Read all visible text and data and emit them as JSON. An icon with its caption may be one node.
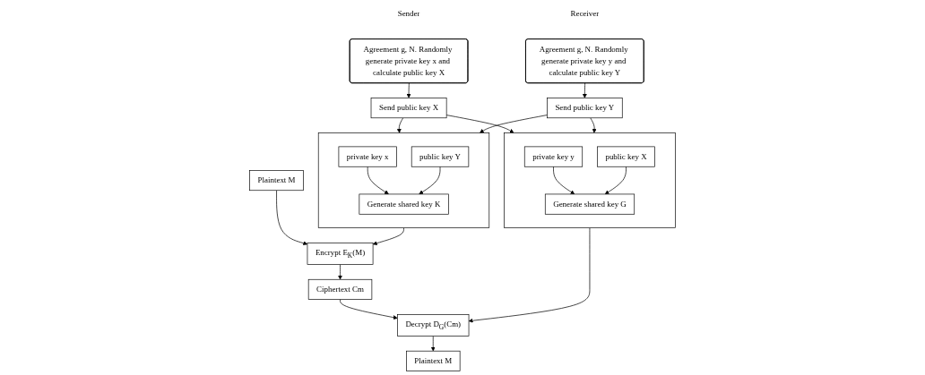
{
  "diagram": {
    "nodes": [
      {
        "text": [
          "Agreement g, N. Randomly generate private key x and calculate public key X"
        ],
        "beside": [
          "Sender"
        ]
      },
      {
        "text": [
          "Agreement g, N. Randomly generate private key y and calculate public key Y"
        ],
        "beside": [
          "Receiver"
        ]
      },
      {
        "text": [
          "Send public key X"
        ]
      },
      {
        "text": [
          "Send public key Y"
        ]
      },
      {
        "text": [],
        "shape": "box"
      },
      {
        "text": [
          "private key x"
        ],
        "in": 4
      },
      {
        "text": [
          "public key Y"
        ],
        "in": 4
      },
      {
        "text": [
          "Generate shared key K"
        ],
        "in": 4
      },
      {
        "text": [],
        "shape": "box"
      },
      {
        "text": [
          "private key y"
        ],
        "in": 8
      },
      {
        "text": [
          "public key X"
        ],
        "in": 8
      },
      {
        "text": [
          "Generate shared key G"
        ],
        "in": 8
      },
      {
        "text": [
          "Plaintext M"
        ]
      },
      {
        "text": [
          "Encrypt E$_{K}$(M)"
        ]
      },
      {
        "text": [
          "Ciphertext Cm"
        ]
      },
      {
        "text": [
          "Decrypt D$_{G}$(Cm)"
        ]
      },
      {
        "text": [
          "Plaintext M"
        ]
      }
    ],
    "edges": [
      {
        "from": 0,
        "to": 2,
        "arrow": "to"
      },
      {
        "from": 1,
        "to": 3,
        "arrow": "to"
      },
      {
        "from": 2,
        "to": 4,
        "arrow": "to"
      },
      {
        "from": 2,
        "to": 8,
        "arrow": "to"
      },
      {
        "from": 3,
        "to": 4,
        "arrow": "to"
      },
      {
        "from": 3,
        "to": 8,
        "arrow": "to"
      },
      {
        "from": 5,
        "to": 7,
        "arrow": "to"
      },
      {
        "from": 6,
        "to": 7,
        "arrow": "to"
      },
      {
        "from": 9,
        "to": 11,
        "arrow": "to"
      },
      {
        "from": 10,
        "to": 11,
        "arrow": "to"
      },
      {
        "from": 4,
        "to": 13,
        "arrow": "to"
      },
      {
        "from": 8,
        "to": 15,
        "arrow": "to"
      },
      {
        "from": 12,
        "to": 13,
        "arrow": "to"
      },
      {
        "from": 13,
        "to": 14,
        "arrow": "to"
      },
      {
        "from": 14,
        "to": 15,
        "arrow": "to"
      },
      {
        "from": 15,
        "to": 16,
        "arrow": "to"
      }
    ]
  }
}
